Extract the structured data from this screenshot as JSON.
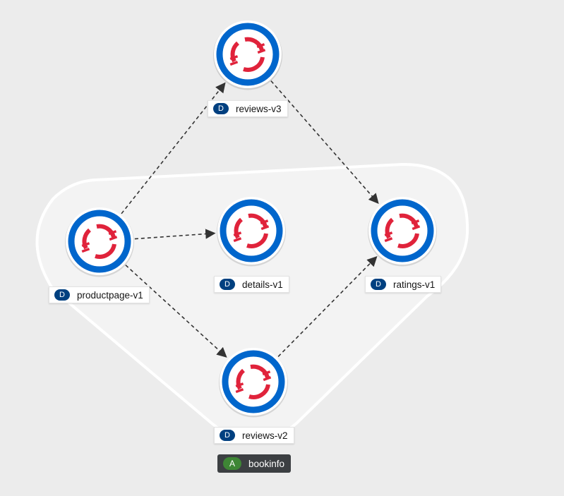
{
  "colors": {
    "background": "#ececec",
    "node_ring": "#0066cc",
    "node_icon": "#e0233b",
    "deployment_badge": "#004080",
    "application_badge": "#3e8635",
    "edge": "#333333"
  },
  "icons": {
    "node": "openshift-logo-icon",
    "arrow": "arrow-head-icon"
  },
  "nodes": [
    {
      "id": "productpage",
      "badge": "D",
      "label": "productpage-v1"
    },
    {
      "id": "reviews-v3",
      "badge": "D",
      "label": "reviews-v3"
    },
    {
      "id": "details",
      "badge": "D",
      "label": "details-v1"
    },
    {
      "id": "ratings",
      "badge": "D",
      "label": "ratings-v1"
    },
    {
      "id": "reviews-v2",
      "badge": "D",
      "label": "reviews-v2"
    }
  ],
  "edges": [
    {
      "from": "productpage",
      "to": "reviews-v3"
    },
    {
      "from": "productpage",
      "to": "details"
    },
    {
      "from": "productpage",
      "to": "reviews-v2"
    },
    {
      "from": "reviews-v3",
      "to": "ratings"
    },
    {
      "from": "reviews-v2",
      "to": "ratings"
    }
  ],
  "group": {
    "badge": "A",
    "label": "bookinfo"
  }
}
